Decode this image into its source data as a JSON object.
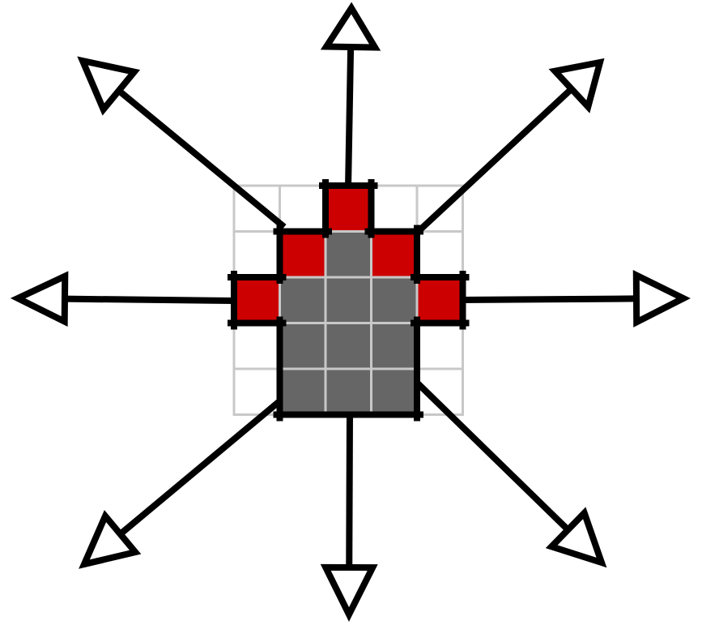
{
  "diagram": {
    "colors": {
      "background": "#ffffff",
      "grid_line": "#c8c8c8",
      "filled_cell": "#666666",
      "frontier_cell": "#cc0000",
      "outline": "#000000",
      "arrow_fill": "#ffffff"
    },
    "grid": {
      "columns": 5,
      "rows": 5,
      "filled_cells": [
        [
          2,
          1
        ],
        [
          1,
          2
        ],
        [
          2,
          2
        ],
        [
          3,
          2
        ],
        [
          1,
          3
        ],
        [
          2,
          3
        ],
        [
          3,
          3
        ],
        [
          1,
          4
        ],
        [
          2,
          4
        ],
        [
          3,
          4
        ]
      ],
      "frontier_cells": [
        [
          2,
          0
        ],
        [
          1,
          1
        ],
        [
          3,
          1
        ],
        [
          0,
          2
        ],
        [
          4,
          2
        ]
      ]
    },
    "arrows": [
      {
        "name": "up",
        "direction": "north",
        "icon": "arrow-up-icon"
      },
      {
        "name": "up-right",
        "direction": "northeast",
        "icon": "arrow-up-right-icon"
      },
      {
        "name": "right",
        "direction": "east",
        "icon": "arrow-right-icon"
      },
      {
        "name": "down-right",
        "direction": "southeast",
        "icon": "arrow-down-right-icon"
      },
      {
        "name": "down",
        "direction": "south",
        "icon": "arrow-down-icon"
      },
      {
        "name": "down-left",
        "direction": "southwest",
        "icon": "arrow-down-left-icon"
      },
      {
        "name": "left",
        "direction": "west",
        "icon": "arrow-left-icon"
      },
      {
        "name": "up-left",
        "direction": "northwest",
        "icon": "arrow-up-left-icon"
      }
    ]
  }
}
